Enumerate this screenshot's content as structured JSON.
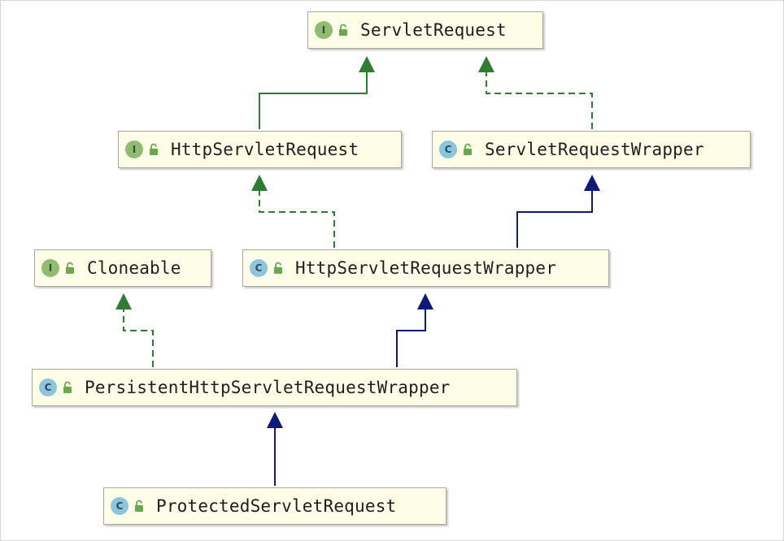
{
  "diagram": {
    "colors": {
      "implements": "#2e7d32",
      "extends": "#0d1a7a",
      "interface_badge": "#8fbc70",
      "class_badge": "#8cc6dc",
      "node_fill": "#fdfde8"
    },
    "nodes": {
      "servlet_request": {
        "kind": "interface",
        "badge": "I",
        "name": "ServletRequest"
      },
      "http_servlet_request": {
        "kind": "interface",
        "badge": "I",
        "name": "HttpServletRequest"
      },
      "servlet_request_wrapper": {
        "kind": "class",
        "badge": "C",
        "name": "ServletRequestWrapper"
      },
      "cloneable": {
        "kind": "interface",
        "badge": "I",
        "name": "Cloneable"
      },
      "http_servlet_request_wrapper": {
        "kind": "class",
        "badge": "C",
        "name": "HttpServletRequestWrapper"
      },
      "persistent_wrapper": {
        "kind": "class",
        "badge": "C",
        "name": "PersistentHttpServletRequestWrapper"
      },
      "protected_servlet_request": {
        "kind": "class",
        "badge": "C",
        "name": "ProtectedServletRequest"
      }
    },
    "edges": [
      {
        "from": "HttpServletRequest",
        "to": "ServletRequest",
        "relation": "extends-interface"
      },
      {
        "from": "ServletRequestWrapper",
        "to": "ServletRequest",
        "relation": "implements"
      },
      {
        "from": "HttpServletRequestWrapper",
        "to": "HttpServletRequest",
        "relation": "implements"
      },
      {
        "from": "HttpServletRequestWrapper",
        "to": "ServletRequestWrapper",
        "relation": "extends"
      },
      {
        "from": "PersistentHttpServletRequestWrapper",
        "to": "Cloneable",
        "relation": "implements"
      },
      {
        "from": "PersistentHttpServletRequestWrapper",
        "to": "HttpServletRequestWrapper",
        "relation": "extends"
      },
      {
        "from": "ProtectedServletRequest",
        "to": "PersistentHttpServletRequestWrapper",
        "relation": "extends"
      }
    ]
  }
}
